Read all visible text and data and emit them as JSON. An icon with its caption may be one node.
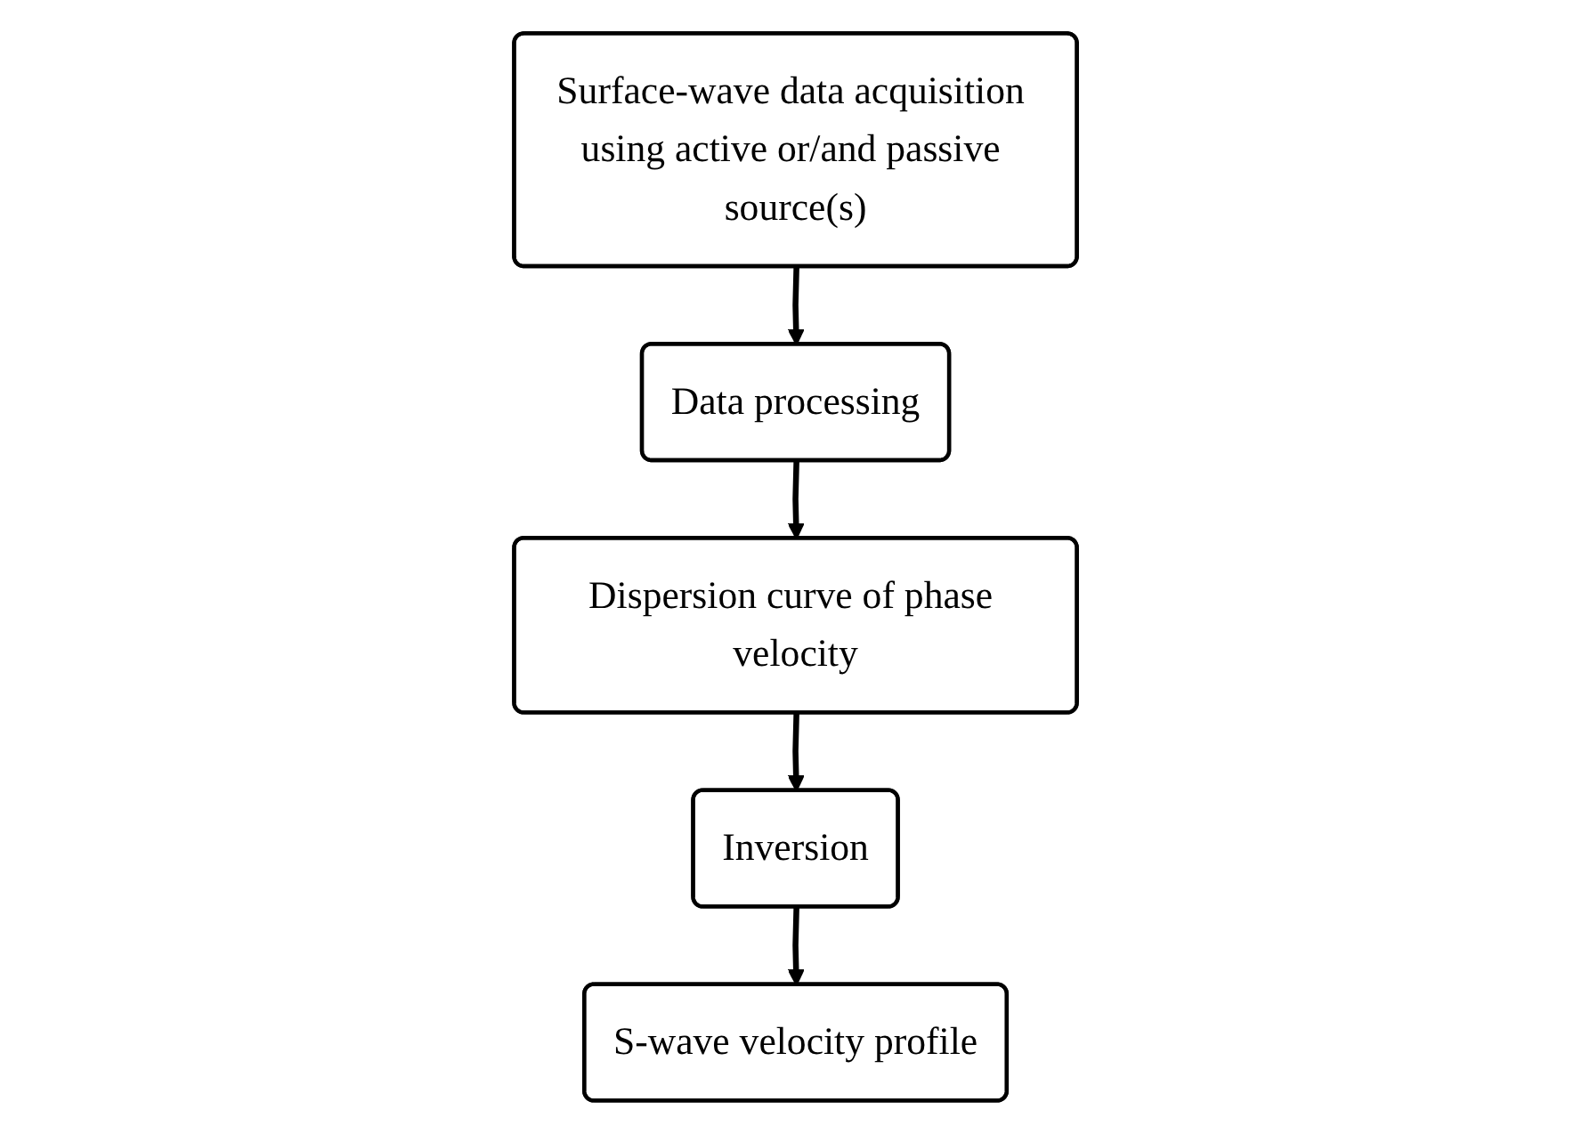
{
  "diagram": {
    "nodes": [
      {
        "text": [
          "Surface-wave data acquisition using active or/and passive source(s)"
        ]
      },
      {
        "text": [
          "Data processing"
        ]
      },
      {
        "text": [
          "Dispersion curve of phase velocity"
        ]
      },
      {
        "text": [
          "Inversion"
        ]
      },
      {
        "text": [
          "S-wave velocity profile"
        ]
      }
    ],
    "edges": [
      {
        "from": 0,
        "to": 1,
        "arrow": "to"
      },
      {
        "from": 1,
        "to": 2,
        "arrow": "to"
      },
      {
        "from": 2,
        "to": 3,
        "arrow": "to"
      },
      {
        "from": 3,
        "to": 4,
        "arrow": "to"
      }
    ]
  }
}
